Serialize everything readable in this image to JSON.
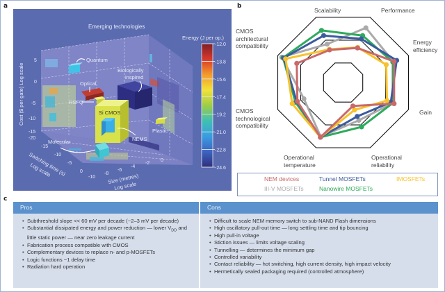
{
  "panel_labels": {
    "a": "a",
    "b": "b",
    "c": "c"
  },
  "chart_data": [
    {
      "type": "scatter",
      "subtype": "3d-technology-map",
      "title": "Emerging technologies",
      "axes": {
        "y": {
          "label": "Cost ($ per gate) Log scale",
          "ticks": [
            "5",
            "0",
            "-5",
            "-10",
            "-15"
          ]
        },
        "x": {
          "label_line1": "Switching time (s)",
          "label_line2": "Log scale",
          "ticks": [
            "-20",
            "-15",
            "-10",
            "-5",
            "0"
          ]
        },
        "z": {
          "label_line1": "Size (metres)",
          "label_line2": "Log scale",
          "ticks": [
            "-10",
            "-8",
            "-6",
            "-4",
            "-2",
            "0"
          ]
        }
      },
      "colorbar": {
        "label": "Energy (J per op.)",
        "ticks": [
          "-12.0",
          "-13.8",
          "-15.6",
          "-17.4",
          "-19.2",
          "-21.0",
          "-22.8",
          "-24.6"
        ],
        "range": [
          -24.6,
          -12.0
        ],
        "colors": [
          "#7e1f27",
          "#d9382a",
          "#f39a2c",
          "#f2e23a",
          "#9fcd46",
          "#3fc0b2",
          "#3a9de0",
          "#3d63c0",
          "#2e2f7a"
        ]
      },
      "technologies": [
        {
          "name": "Quantum",
          "color": "#3fc4e8"
        },
        {
          "name": "Optical",
          "color": "#b3322c"
        },
        {
          "name": "Biologically inspired",
          "name_line1": "Biologically",
          "name_line2": "inspired",
          "color": "#2e2f86"
        },
        {
          "name": "RSFQ",
          "color": "#d6dc45"
        },
        {
          "name": "Si CMOS",
          "color": "#d9e24a"
        },
        {
          "name": "NEMS",
          "color": "#35a9e0"
        },
        {
          "name": "Plastic",
          "color": "#d6dc45"
        },
        {
          "name": "Molecular",
          "color": "#3ec6d2"
        }
      ]
    },
    {
      "type": "radar",
      "axes": [
        {
          "label": "Scalability",
          "lines": [
            "Scalability"
          ]
        },
        {
          "label": "Performance",
          "lines": [
            "Performance"
          ]
        },
        {
          "label": "Energy efficiency",
          "lines": [
            "Energy",
            "efficiency"
          ]
        },
        {
          "label": "Gain",
          "lines": [
            "Gain"
          ]
        },
        {
          "label": "Operational reliability",
          "lines": [
            "Operational",
            "reliability"
          ]
        },
        {
          "label": "Operational temperature",
          "lines": [
            "Operational",
            "temperature"
          ]
        },
        {
          "label": "CMOS technological compatibility",
          "lines": [
            "CMOS",
            "technological",
            "compatibility"
          ]
        },
        {
          "label": "CMOS architectural compatibility",
          "lines": [
            "CMOS",
            "architectural",
            "compatibility"
          ]
        }
      ],
      "rings": [
        0.3,
        0.65,
        1.0
      ],
      "range": [
        0,
        1
      ],
      "series": [
        {
          "name": "III-V MOSFETs",
          "color": "#aaaaaa",
          "values": [
            0.59,
            0.84,
            0.77,
            0.76,
            0.58,
            0.83,
            0.6,
            0.94
          ]
        },
        {
          "name": "Nanowire MOSFETs",
          "color": "#2eaa5c",
          "values": [
            0.8,
            0.72,
            0.76,
            0.76,
            0.68,
            0.84,
            0.73,
            0.92
          ]
        },
        {
          "name": "Tunnel MOSFETs",
          "color": "#3b5b9e",
          "values": [
            0.72,
            0.67,
            0.82,
            0.73,
            0.52,
            0.84,
            0.71,
            0.91
          ]
        },
        {
          "name": "IMOSFETs",
          "color": "#f7c22b",
          "values": [
            0.51,
            0.54,
            0.66,
            0.67,
            0.42,
            0.84,
            0.78,
            0.88
          ]
        },
        {
          "name": "NEM devices",
          "color": "#c9696a",
          "values": [
            0.5,
            0.53,
            0.78,
            0.78,
            0.36,
            0.84,
            0.7,
            0.71
          ]
        }
      ],
      "legend": {
        "placement": "bottom",
        "entries": [
          {
            "name": "NEM devices",
            "color": "#c9696a"
          },
          {
            "name": "Tunnel MOSFETs",
            "color": "#3b5b9e"
          },
          {
            "name": "IMOSFETs",
            "color": "#f7c22b"
          },
          {
            "name": "III-V MOSFETs",
            "color": "#aaaaaa"
          },
          {
            "name": "Nanowire  MOSFETs",
            "color": "#2eaa5c"
          }
        ]
      }
    }
  ],
  "table": {
    "pros": {
      "header": "Pros",
      "items": [
        "Subthreshold slope << 60 mV per decade (~2–3 mV per decade)",
        "Substantial dissipated energy and power reduction — lower V",
        "little static power — near zero leakage current",
        "Fabrication process compatible with CMOS",
        "Complementary devices to replace n- and p-MOSFETs",
        "Logic functions ~1 delay time",
        "Radiation hard operation"
      ],
      "vdd_sub": "DD",
      "vdd_tail": " and"
    },
    "cons": {
      "header": "Cons",
      "items": [
        "Difficult to scale NEM memory switch to sub-NAND Flash dimensions",
        "High oscillatory pull-out time — long settling time and tip bouncing",
        "High pull-in voltage",
        "Stiction issues — limits voltage scaling",
        "Tunnelling — determines the minimum gap",
        "Controlled variability",
        "Contact reliability — hot switching, high current density, high impact velocity",
        "Hermetically sealed packaging required (controlled atmosphere)"
      ]
    }
  }
}
